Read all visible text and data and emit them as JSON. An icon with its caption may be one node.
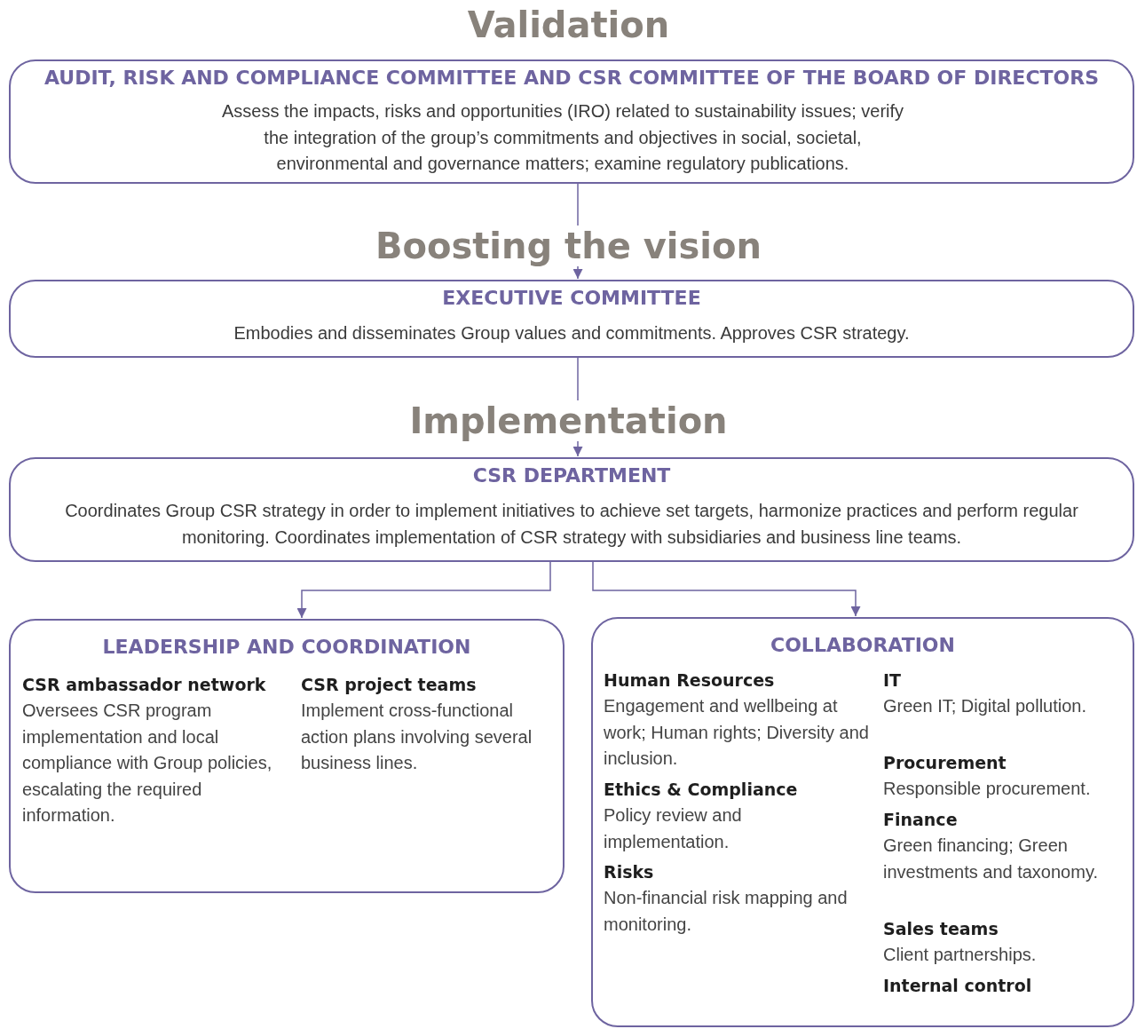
{
  "diagram": {
    "nodes": [
      {
        "text": [
          "AUDIT, RISK AND COMPLIANCE COMMITTEE AND CSR COMMITTEE OF THE BOARD OF DIRECTORS",
          "Assess the impacts, risks and opportunities (IRO) related to sustainability issues; verify the integration of the group’s commitments and objectives in social, societal, environmental and governance matters; examine regulatory publications."
        ]
      },
      {
        "text": [
          "EXECUTIVE COMMITTEE",
          "Embodies and disseminates Group values and commitments. Approves CSR strategy."
        ]
      },
      {
        "text": [
          "CSR DEPARTMENT",
          "Coordinates Group CSR strategy in order to implement initiatives to achieve set targets, harmonize practices and perform regular monitoring. Coordinates implementation of CSR strategy with subsidiaries and business line teams."
        ]
      },
      {
        "text": [
          "LEADERSHIP AND COORDINATION"
        ]
      },
      {
        "text": [
          "CSR ambassador network",
          "Oversees CSR program implementation and local compliance with Group policies, escalating the required information."
        ],
        "in": 3
      },
      {
        "text": [
          "CSR project teams",
          "Implement cross-functional action plans involving several business lines."
        ],
        "in": 3
      },
      {
        "text": [
          "COLLABORATION"
        ]
      },
      {
        "text": [
          "Human Resources",
          "Engagement and wellbeing at work; Human rights; Diversity and inclusion."
        ],
        "in": 6
      },
      {
        "text": [
          "Ethics & Compliance",
          "Policy review and implementation."
        ],
        "in": 6
      },
      {
        "text": [
          "Risks",
          "Non-financial risk mapping and monitoring."
        ],
        "in": 6
      },
      {
        "text": [
          "IT",
          "Green IT; Digital pollution."
        ],
        "in": 6
      },
      {
        "text": [
          "Procurement",
          "Responsible procurement."
        ],
        "in": 6
      },
      {
        "text": [
          "Finance",
          "Green financing; Green investments and taxonomy."
        ],
        "in": 6
      },
      {
        "text": [
          "Sales teams",
          "Client partnerships."
        ],
        "in": 6
      },
      {
        "text": [
          "Internal control"
        ],
        "in": 6
      }
    ],
    "edges": [
      {
        "from": 0,
        "to": 1,
        "arrow": "to"
      },
      {
        "from": 1,
        "to": 2,
        "arrow": "to"
      },
      {
        "from": 2,
        "to": 3,
        "arrow": "to"
      },
      {
        "from": 2,
        "to": 6,
        "arrow": "to"
      }
    ],
    "labels": [
      "Validation",
      "Boosting the vision",
      "Implementation"
    ]
  }
}
